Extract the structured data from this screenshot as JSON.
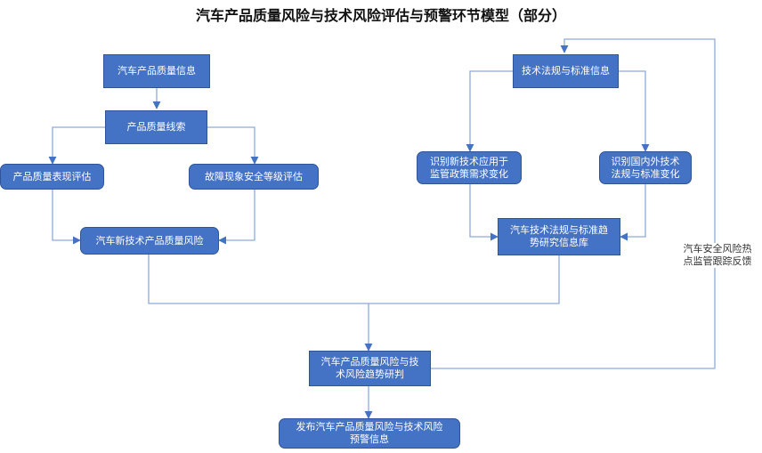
{
  "title": "汽车产品质量风险与技术风险评估与预警环节模型（部分）",
  "nodes": {
    "product_quality_info": "汽车产品质量信息",
    "product_quality_clue": "产品质量线索",
    "quality_performance_eval": "产品质量表现评估",
    "defect_safety_level_eval": "故障现象安全等级评估",
    "new_tech_quality_risk": "汽车新技术产品质量风险",
    "tech_regulation_info": "技术法规与标准信息",
    "identify_new_tech_policy": "识别新技术应用于\n监管政策需求变化",
    "identify_domestic_foreign": "识别国内外技术\n法规与标准变化",
    "tech_regulation_trend_db": "汽车技术法规与标准趋\n势研究信息库",
    "risk_trend_judgment": "汽车产品质量风险与技\n术风险趋势研判",
    "publish_warning": "发布汽车产品质量风险与技术风险\n预警信息"
  },
  "feedback_label": "汽车安全风险热\n点监管跟踪反馈",
  "colors": {
    "box_fill": "#4472c4",
    "box_border": "#2f5597",
    "connector": "#8faadc"
  }
}
